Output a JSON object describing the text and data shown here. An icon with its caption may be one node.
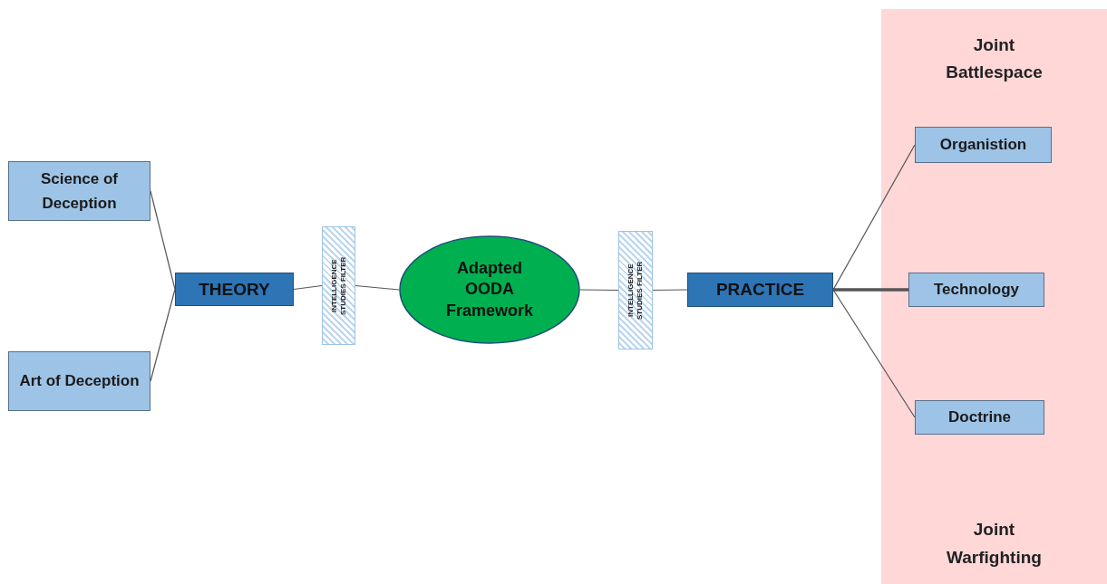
{
  "diagram": {
    "nodes": [
      {
        "text": [
          "Science of Deception"
        ]
      },
      {
        "text": [
          "Art of Deception"
        ]
      },
      {
        "text": [
          "THEORY"
        ]
      },
      {
        "text": [
          "INTELLIGENCE STUDIES FILTER"
        ]
      },
      {
        "text": [
          "Adapted OODA Framework"
        ]
      },
      {
        "text": [
          "INTELLIGENCE STUDIES FILTER"
        ]
      },
      {
        "text": [
          "PRACTICE"
        ]
      },
      {
        "text": [
          "Joint Battlespace",
          "Joint Warfighting"
        ]
      },
      {
        "text": [
          "Organistion"
        ],
        "in": 7
      },
      {
        "text": [
          "Technology"
        ],
        "in": 7
      },
      {
        "text": [
          "Doctrine"
        ],
        "in": 7
      }
    ],
    "edges": [
      {
        "from": 0,
        "to": 2,
        "arrow": "none"
      },
      {
        "from": 1,
        "to": 2,
        "arrow": "none"
      },
      {
        "from": 2,
        "to": 3,
        "arrow": "none"
      },
      {
        "from": 3,
        "to": 4,
        "arrow": "none"
      },
      {
        "from": 4,
        "to": 5,
        "arrow": "none"
      },
      {
        "from": 5,
        "to": 6,
        "arrow": "none"
      },
      {
        "from": 6,
        "to": 8,
        "arrow": "none"
      },
      {
        "from": 6,
        "to": 9,
        "arrow": "none",
        "style": "thick"
      },
      {
        "from": 6,
        "to": 10,
        "arrow": "none"
      }
    ]
  }
}
